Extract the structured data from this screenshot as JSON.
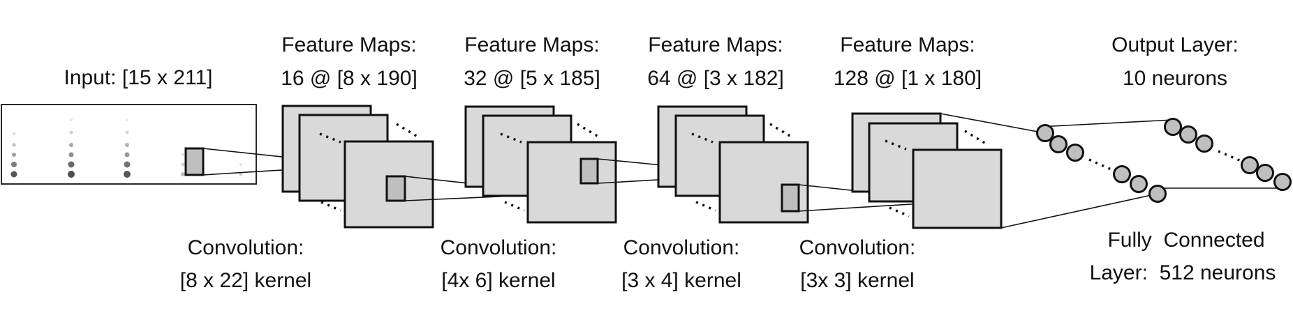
{
  "labels": {
    "input": "Input: [15 x 211]",
    "fm1": [
      "Feature Maps:",
      "16 @ [8 x 190]"
    ],
    "fm2": [
      "Feature Maps:",
      "32 @ [5 x 185]"
    ],
    "fm3": [
      "Feature Maps:",
      "64 @ [3 x 182]"
    ],
    "fm4": [
      "Feature Maps:",
      "128 @ [1 x 180]"
    ],
    "output": [
      "Output Layer:",
      "10 neurons"
    ],
    "conv1": [
      "Convolution:",
      "[8 x 22] kernel"
    ],
    "conv2": [
      "Convolution:",
      "[4x 6] kernel"
    ],
    "conv3": [
      "Convolution:",
      "[3 x 4] kernel"
    ],
    "conv4": [
      "Convolution:",
      "[3x 3] kernel"
    ],
    "fc": [
      "Fully  Connected",
      "Layer:  512 neurons"
    ]
  }
}
